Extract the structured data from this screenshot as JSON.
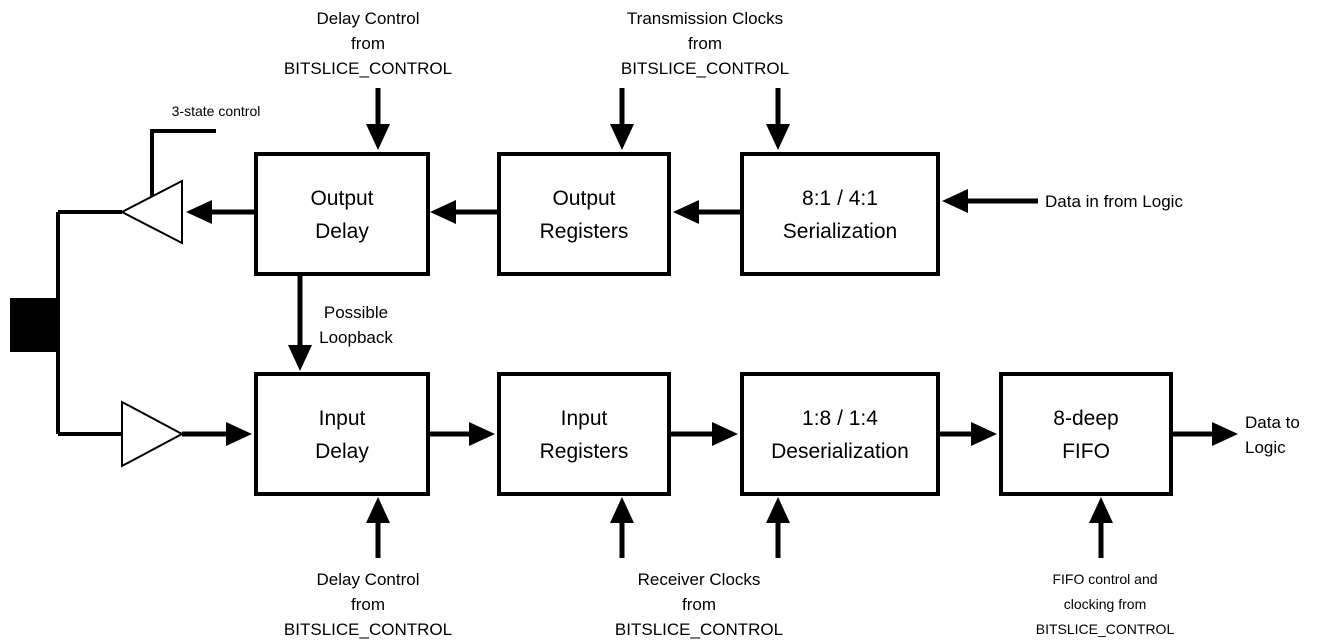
{
  "blocks": {
    "output_delay": [
      "Output",
      "Delay"
    ],
    "output_registers": [
      "Output",
      "Registers"
    ],
    "serialization": [
      "8:1 / 4:1",
      "Serialization"
    ],
    "input_delay": [
      "Input",
      "Delay"
    ],
    "input_registers": [
      "Input",
      "Registers"
    ],
    "deserialization": [
      "1:8 / 1:4",
      "Deserialization"
    ],
    "fifo": [
      "8-deep",
      "FIFO"
    ]
  },
  "labels": {
    "delay_control_top": [
      "Delay Control",
      "from",
      "BITSLICE_CONTROL"
    ],
    "transmission_clocks": [
      "Transmission Clocks",
      "from",
      "BITSLICE_CONTROL"
    ],
    "three_state": "3-state control",
    "data_in": "Data in from Logic",
    "loopback": [
      "Possible",
      "Loopback"
    ],
    "data_to_logic": [
      "Data to",
      "Logic"
    ],
    "delay_control_bottom": [
      "Delay Control",
      "from",
      "BITSLICE_CONTROL"
    ],
    "receiver_clocks": [
      "Receiver Clocks",
      "from",
      "BITSLICE_CONTROL"
    ],
    "fifo_control": [
      "FIFO control and",
      "clocking from",
      "BITSLICE_CONTROL"
    ]
  },
  "colors": {
    "stroke": "#000000",
    "fill": "#ffffff"
  }
}
